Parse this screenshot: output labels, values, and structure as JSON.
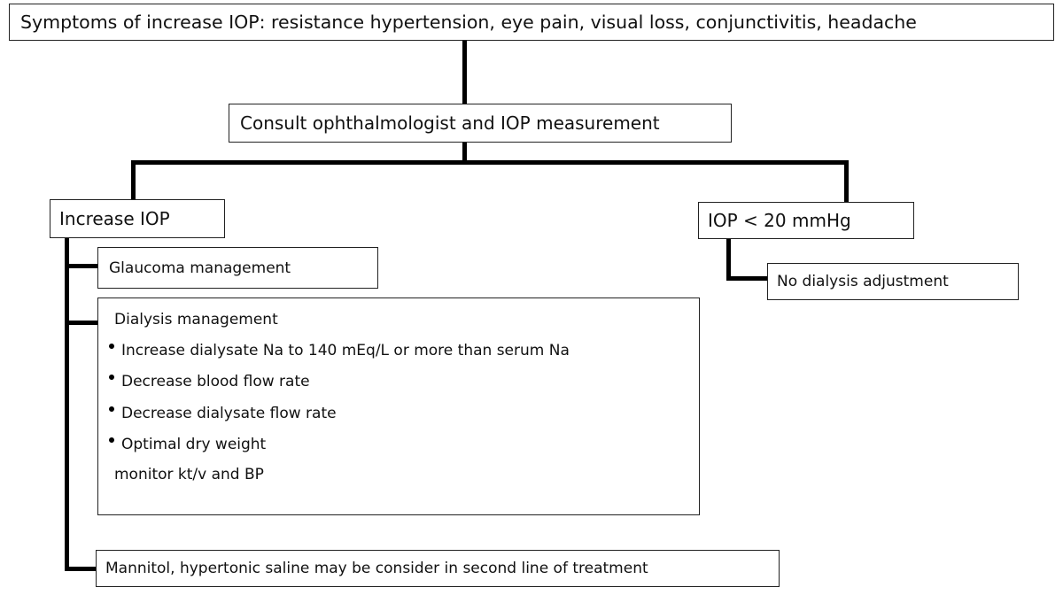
{
  "nodes": {
    "symptoms": "Symptoms of increase IOP: resistance hypertension, eye pain, visual loss, conjunctivitis, headache",
    "consult": "Consult ophthalmologist and IOP measurement",
    "increase_iop": "Increase IOP",
    "iop_low": "IOP < 20 mmHg",
    "glaucoma": "Glaucoma management",
    "no_dialysis_adjustment": "No dialysis adjustment",
    "dialysis": {
      "heading": "Dialysis management",
      "items": [
        "Increase dialysate Na to 140 mEq/L or more than serum Na",
        "Decrease blood flow rate",
        "Decrease dialysate flow rate",
        "Optimal dry weight"
      ],
      "footer": "monitor kt/v and BP"
    },
    "mannitol": "Mannitol, hypertonic saline may be consider in second line of treatment"
  }
}
